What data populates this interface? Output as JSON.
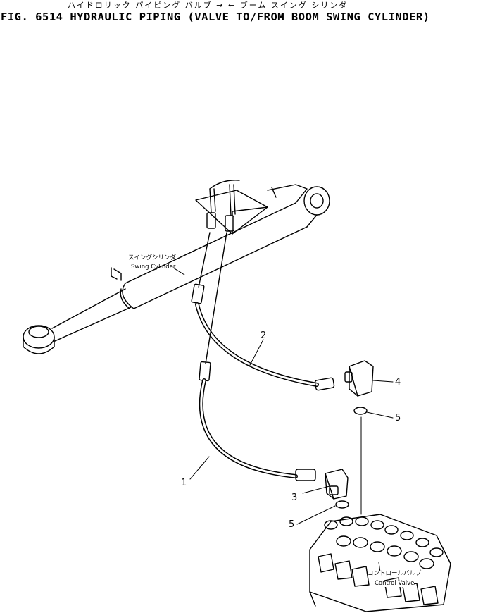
{
  "title": {
    "japanese": "ハイドロリック パイピング バルブ → ← ブーム スイング シリンダ",
    "english": "FIG. 6514  HYDRAULIC PIPING (VALVE TO/FROM BOOM SWING CYLINDER)"
  },
  "labels": {
    "swing_cylinder_jp": "スイングシリンダ",
    "swing_cylinder_en": "Swing Cylinder",
    "control_valve_jp": "コントロールバルブ",
    "control_valve_en": "Control Valve"
  },
  "callouts": [
    {
      "id": "1",
      "text": "1"
    },
    {
      "id": "2",
      "text": "2"
    },
    {
      "id": "3",
      "text": "3"
    },
    {
      "id": "4",
      "text": "4"
    },
    {
      "id": "5a",
      "text": "5"
    },
    {
      "id": "5b",
      "text": "5"
    }
  ],
  "colors": {
    "ink": "#000000",
    "paper": "#ffffff"
  }
}
